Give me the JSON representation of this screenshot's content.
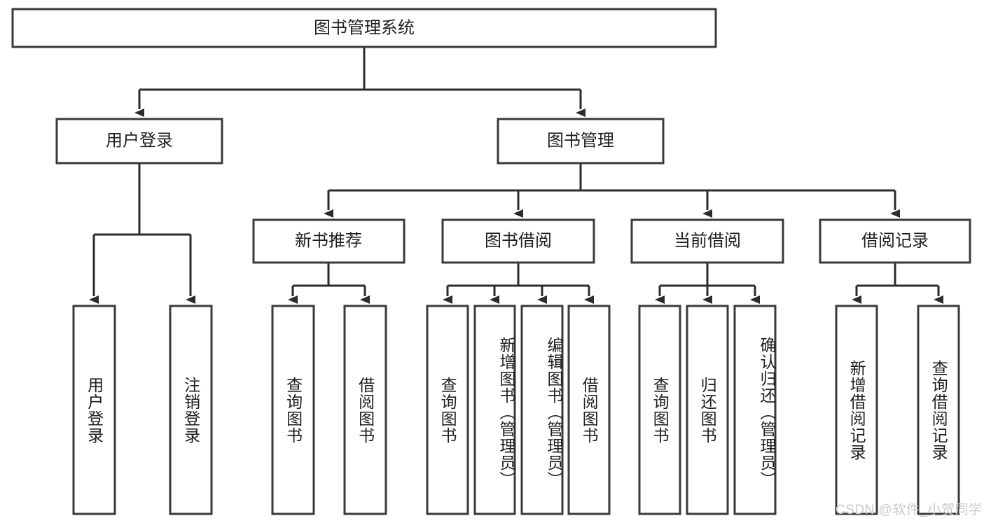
{
  "diagram": {
    "type": "tree",
    "title": "图书管理系统",
    "orientation": "top-down",
    "colors": {
      "box_stroke": "#3a3a3a",
      "box_fill": "#ffffff",
      "connector": "#2b2b2b",
      "text": "#1e1e1e",
      "watermark": "#c9c9c9",
      "background": "#ffffff"
    },
    "root": {
      "label": "图书管理系统",
      "orient": "horizontal"
    },
    "level2": [
      {
        "label": "用户登录",
        "orient": "horizontal"
      },
      {
        "label": "图书管理",
        "orient": "horizontal"
      }
    ],
    "level3": [
      {
        "label": "新书推荐",
        "orient": "horizontal"
      },
      {
        "label": "图书借阅",
        "orient": "horizontal"
      },
      {
        "label": "当前借阅",
        "orient": "horizontal"
      },
      {
        "label": "借阅记录",
        "orient": "horizontal"
      }
    ],
    "leaves_user_login": [
      {
        "label": "用户登录",
        "orient": "vertical"
      },
      {
        "label": "注销登录",
        "orient": "vertical"
      }
    ],
    "leaves_new_book": [
      {
        "label": "查询图书",
        "orient": "vertical"
      },
      {
        "label": "借阅图书",
        "orient": "vertical"
      }
    ],
    "leaves_book_borrow": [
      {
        "label": "查询图书",
        "orient": "vertical"
      },
      {
        "label": "新增图书（管理员）",
        "orient": "vertical"
      },
      {
        "label": "编辑图书（管理员）",
        "orient": "vertical"
      },
      {
        "label": "借阅图书",
        "orient": "vertical"
      }
    ],
    "leaves_current_borrow": [
      {
        "label": "查询图书",
        "orient": "vertical"
      },
      {
        "label": "归还图书",
        "orient": "vertical"
      },
      {
        "label": "确认归还（管理员）",
        "orient": "vertical"
      }
    ],
    "leaves_borrow_record": [
      {
        "label": "新增借阅记录",
        "orient": "vertical"
      },
      {
        "label": "查询借阅记录",
        "orient": "vertical"
      }
    ]
  },
  "watermark": {
    "text": "CSDN @软件_小贺同学"
  }
}
